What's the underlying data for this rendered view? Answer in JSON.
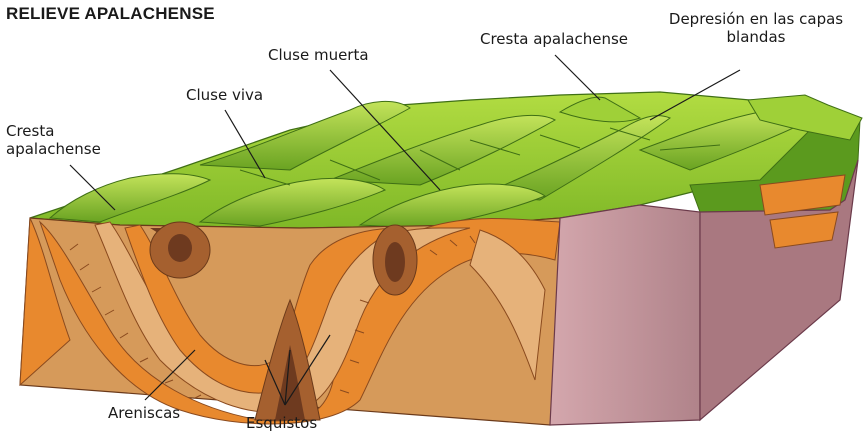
{
  "title": "RELIEVE APALACHENSE",
  "labels": {
    "cresta_left_line1": "Cresta",
    "cresta_left_line2": "apalachense",
    "cluse_viva": "Cluse viva",
    "cluse_muerta": "Cluse muerta",
    "cresta_top": "Cresta apalachense",
    "depresion_line1": "Depresión en las capas",
    "depresion_line2": "blandas",
    "areniscas": "Areniscas",
    "esquistos": "Esquistos"
  },
  "colors": {
    "grass_light": "#a4d232",
    "grass_mid": "#7fb827",
    "grass_dark": "#4f8a1c",
    "sandstone": "#e8892e",
    "sandstone_dark": "#c8651e",
    "shale_light": "#e6b27a",
    "shale_tan": "#d69a5a",
    "shale_brown": "#a5602f",
    "core_dark": "#6e3a1f",
    "side_pink": "#c99aa0",
    "side_pink_dark": "#a97880"
  }
}
